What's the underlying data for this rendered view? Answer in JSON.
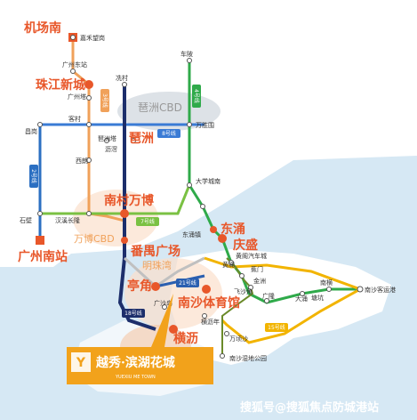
{
  "colors": {
    "line3": "#f0a15a",
    "line4": "#2faa4a",
    "line8": "#3a7bd5",
    "line18": "#1c2e6b",
    "line21": "#2a5fb0",
    "line2": "#2b6fc2",
    "line7": "#7ac143",
    "line13": "#6b8a2a",
    "line15": "#f2b400",
    "line22": "#c0c0c0",
    "highlight": "#e8572a",
    "water": "#d6e8f4",
    "land": "#ffffff"
  },
  "stations_major": {
    "jichangnan": "机场南",
    "zhujiangxincheng": "珠江新城",
    "pazhou": "琶洲",
    "nancunwanbo": "南村万博",
    "fanyuguangchang": "番禺广场",
    "tingjiao": "亭角",
    "dongyong": "东涌",
    "qingsheng": "庆盛",
    "nanshatiyuguan": "南沙体育馆",
    "hengli": "横沥",
    "guangzhounanzhan": "广州南站"
  },
  "stations_minor": {
    "jiahewangang": "嘉禾望岗",
    "guangzhoudongzhan": "广州东站",
    "guangzhouta": "广州塔",
    "kecun": "客村",
    "changgang": "昌岗",
    "xilang": "西朗",
    "shibi": "石壁",
    "hanxichanglong": "汉溪长隆",
    "pazhouta": "琶洲塔",
    "lijiao": "沥滘",
    "xiancun": "冼村",
    "chebei": "车陂",
    "wanshengwei": "万胜围",
    "daxuechengnan": "大学城南",
    "dongyongzhen": "东涌镇",
    "huangge": "黄阁",
    "huanggeqichecheng": "黄阁汽车城",
    "jiaomen": "蕉门",
    "jinzhou": "金洲",
    "feishajiao": "飞沙角",
    "guanglong": "广隆",
    "dayong": "大涌",
    "tangkeng": "塘坑",
    "nanheng": "南横",
    "nanshakeyungang": "南沙客运港",
    "guangshaodao": "广沙岛",
    "hengxinian": "横沥年",
    "wanqingsha": "万顷沙",
    "nanshashidigongyuan": "南沙湿地公园"
  },
  "areas": {
    "pazhou_cbd": "琶洲CBD",
    "wanbo_cbd": "万博CBD",
    "mingzhuwan": "明珠湾"
  },
  "line_badges": {
    "l3": "3号线",
    "l4": "4号线",
    "l8": "8号线",
    "l2": "2号线",
    "l7": "7号线",
    "l18": "18号线",
    "l21": "21号线",
    "l15": "15号线"
  },
  "project": {
    "name": "越秀·滨湖花城",
    "subtitle": "YUEXIU ME TOWN"
  },
  "watermark": "搜狐号@搜狐焦点防城港站"
}
